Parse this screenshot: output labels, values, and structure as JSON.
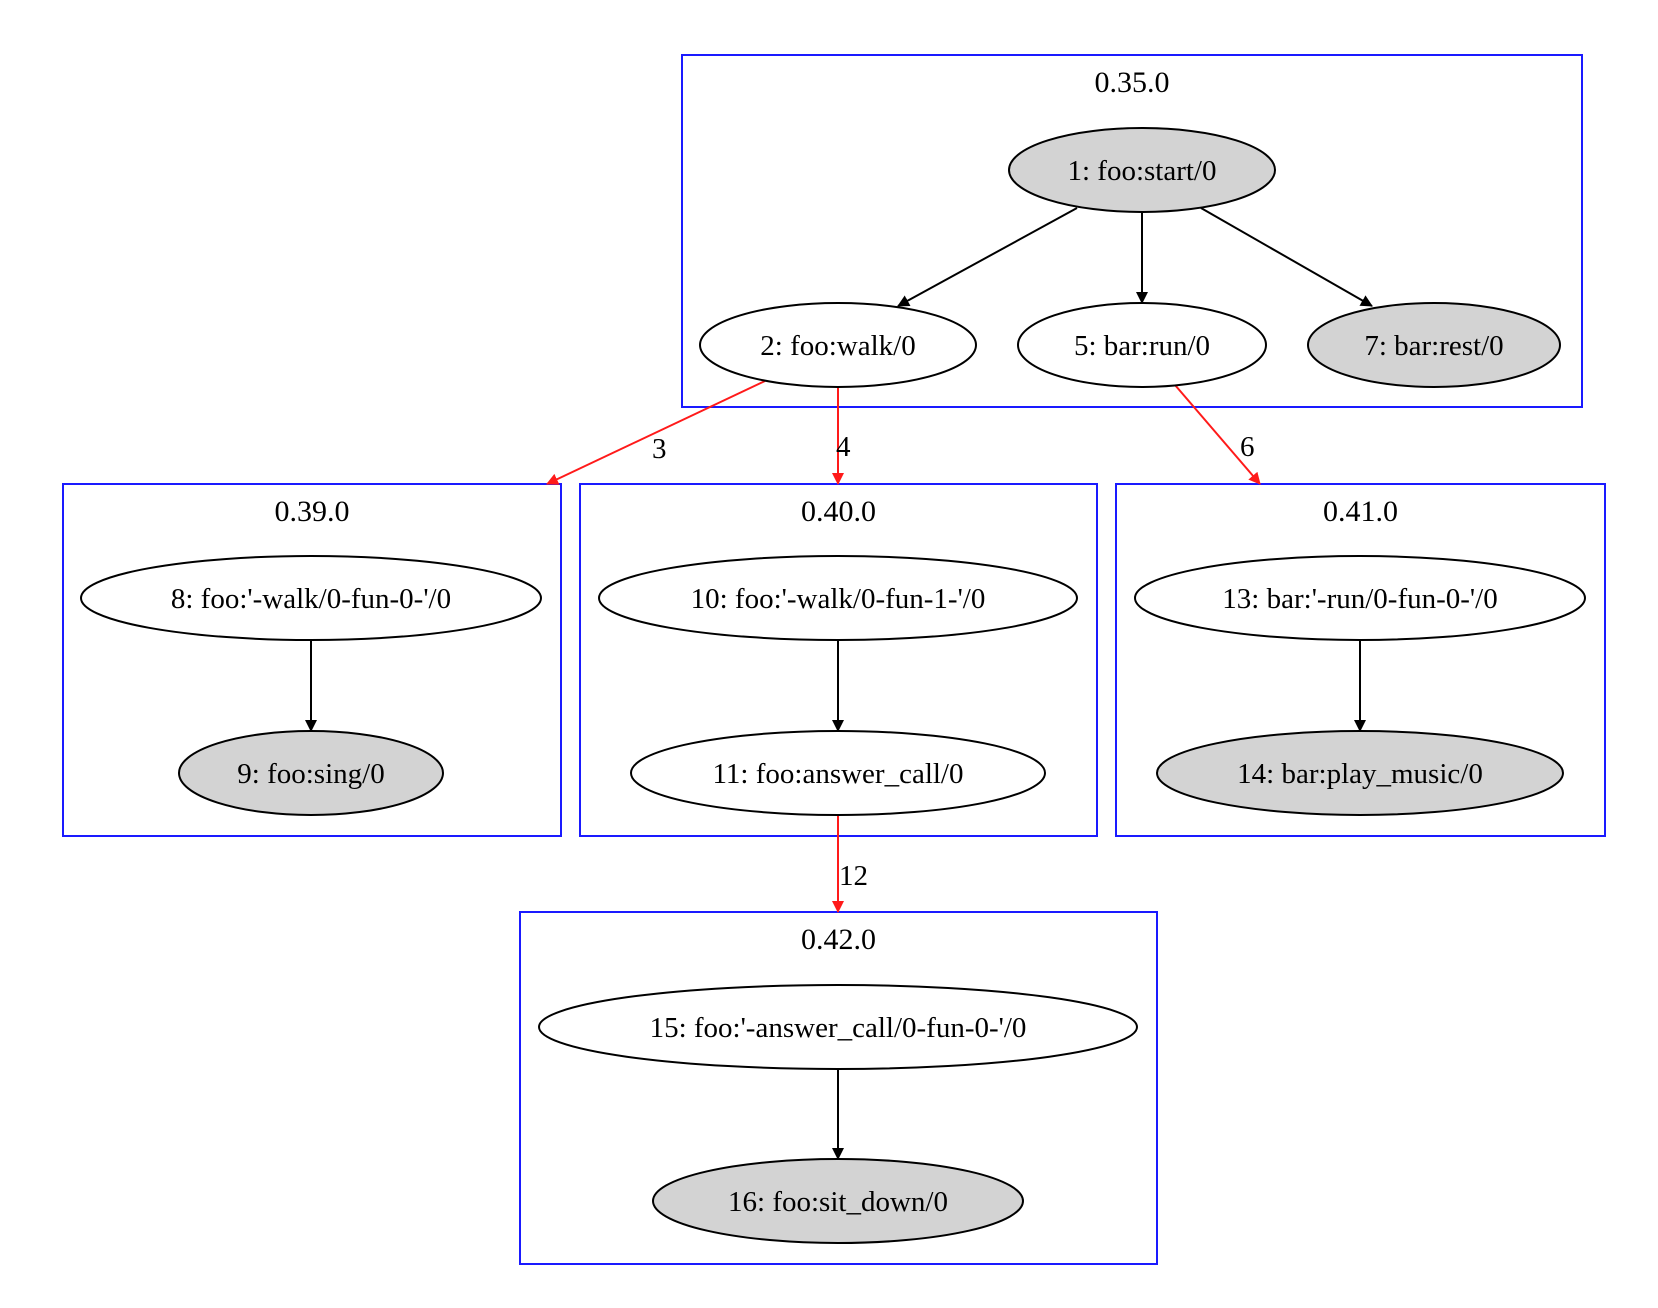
{
  "colors": {
    "cluster_border": "#1a1aff",
    "node_filled": "#d3d3d3",
    "node_plain": "#ffffff",
    "edge_internal": "#000000",
    "edge_cross": "#ff1a1a"
  },
  "clusters": [
    {
      "id": "c035",
      "label": "0.35.0"
    },
    {
      "id": "c039",
      "label": "0.39.0"
    },
    {
      "id": "c040",
      "label": "0.40.0"
    },
    {
      "id": "c041",
      "label": "0.41.0"
    },
    {
      "id": "c042",
      "label": "0.42.0"
    }
  ],
  "nodes": [
    {
      "id": "n1",
      "label": "1: foo:start/0",
      "filled": true,
      "cluster": "c035"
    },
    {
      "id": "n2",
      "label": "2: foo:walk/0",
      "filled": false,
      "cluster": "c035"
    },
    {
      "id": "n5",
      "label": "5: bar:run/0",
      "filled": false,
      "cluster": "c035"
    },
    {
      "id": "n7",
      "label": "7: bar:rest/0",
      "filled": true,
      "cluster": "c035"
    },
    {
      "id": "n8",
      "label": "8: foo:'-walk/0-fun-0-'/0",
      "filled": false,
      "cluster": "c039"
    },
    {
      "id": "n9",
      "label": "9: foo:sing/0",
      "filled": true,
      "cluster": "c039"
    },
    {
      "id": "n10",
      "label": "10: foo:'-walk/0-fun-1-'/0",
      "filled": false,
      "cluster": "c040"
    },
    {
      "id": "n11",
      "label": "11: foo:answer_call/0",
      "filled": false,
      "cluster": "c040"
    },
    {
      "id": "n13",
      "label": "13: bar:'-run/0-fun-0-'/0",
      "filled": false,
      "cluster": "c041"
    },
    {
      "id": "n14",
      "label": "14: bar:play_music/0",
      "filled": true,
      "cluster": "c041"
    },
    {
      "id": "n15",
      "label": "15: foo:'-answer_call/0-fun-0-'/0",
      "filled": false,
      "cluster": "c042"
    },
    {
      "id": "n16",
      "label": "16: foo:sit_down/0",
      "filled": true,
      "cluster": "c042"
    }
  ],
  "edges": [
    {
      "id": "e1-2",
      "from": "n1",
      "to": "n2",
      "kind": "internal",
      "label": ""
    },
    {
      "id": "e1-5",
      "from": "n1",
      "to": "n5",
      "kind": "internal",
      "label": ""
    },
    {
      "id": "e1-7",
      "from": "n1",
      "to": "n7",
      "kind": "internal",
      "label": ""
    },
    {
      "id": "e2-c039",
      "from": "n2",
      "to": "c039",
      "kind": "cross",
      "label": "3"
    },
    {
      "id": "e2-c040",
      "from": "n2",
      "to": "c040",
      "kind": "cross",
      "label": "4"
    },
    {
      "id": "e5-c041",
      "from": "n5",
      "to": "c041",
      "kind": "cross",
      "label": "6"
    },
    {
      "id": "e8-9",
      "from": "n8",
      "to": "n9",
      "kind": "internal",
      "label": ""
    },
    {
      "id": "e10-11",
      "from": "n10",
      "to": "n11",
      "kind": "internal",
      "label": ""
    },
    {
      "id": "e11-c042",
      "from": "n11",
      "to": "c042",
      "kind": "cross",
      "label": "12"
    },
    {
      "id": "e13-14",
      "from": "n13",
      "to": "n14",
      "kind": "internal",
      "label": ""
    },
    {
      "id": "e15-16",
      "from": "n15",
      "to": "n16",
      "kind": "internal",
      "label": ""
    }
  ]
}
